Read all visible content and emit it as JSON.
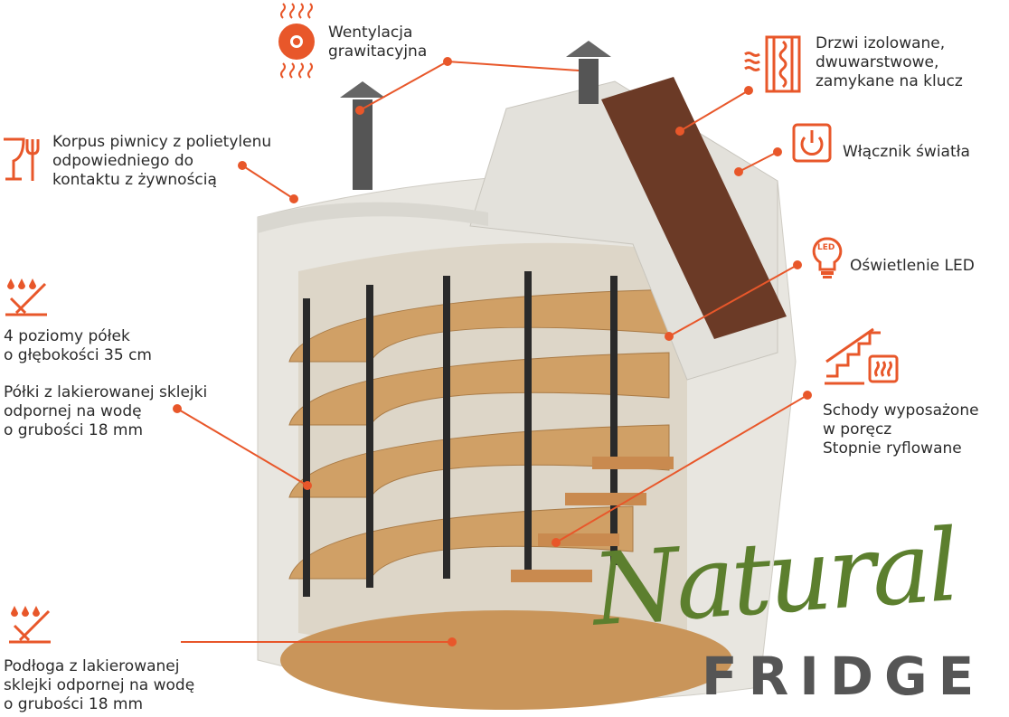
{
  "accent_color": "#e8572a",
  "callouts": {
    "ventilation": {
      "text": "Wentylacja\ngrawitacyjna",
      "icon": "fan-icon"
    },
    "body": {
      "text": "Korpus piwnicy z polietylenu\nodpowiedniego do\nkontaktu z żywnością",
      "icon": "food-safe-icon"
    },
    "shelves_levels": {
      "text": "4 poziomy półek\no głębokości 35 cm",
      "icon": "waterproof-icon"
    },
    "shelves_material": {
      "text": "Półki z lakierowanej sklejki\nodpornej na wodę\no grubości 18 mm"
    },
    "floor": {
      "text": "Podłoga z lakierowanej\nsklejki odpornej na wodę\no grubości 18 mm",
      "icon": "waterproof-icon"
    },
    "door": {
      "text": "Drzwi izolowane,\ndwuwarstwowe,\nzamykane na klucz",
      "icon": "insulated-door-icon"
    },
    "switch": {
      "text": "Włącznik światła",
      "icon": "power-switch-icon"
    },
    "led": {
      "text": "Oświetlenie LED",
      "icon": "led-bulb-icon",
      "badge": "LED"
    },
    "stairs": {
      "text": "Schody  wyposażone\nw poręcz\nStopnie  ryflowane",
      "icon": "heated-stairs-icon"
    }
  },
  "logo": {
    "script": "Natural",
    "word": "FRIDGE"
  }
}
